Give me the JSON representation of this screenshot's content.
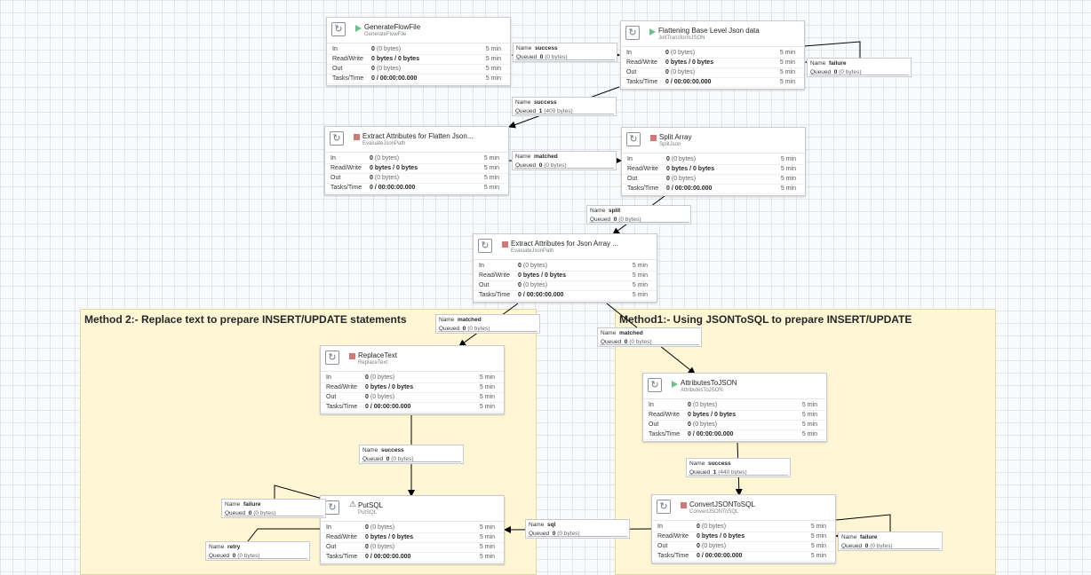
{
  "colors": {
    "group_bg": "#fff6d6",
    "stopped": "#cc7a7a",
    "running": "#6fbf8e",
    "link": "#000000"
  },
  "groups": [
    {
      "title": "Method 2:- Replace text to prepare INSERT/UPDATE statements"
    },
    {
      "title": "Method1:- Using JSONToSQL to prepare INSERT/UPDATE"
    }
  ],
  "processors": [
    {
      "name": "GenerateFlowFile",
      "type": "GenerateFlowFile",
      "state": "running",
      "in": "0",
      "in_sub": "(0 bytes)",
      "rw": "0 bytes / 0 bytes",
      "out": "0",
      "out_sub": "(0 bytes)",
      "tasks": "0 / 00:00:00.000"
    },
    {
      "name": "Flattening Base Level Json data",
      "type": "JoltTransformJSON",
      "state": "running",
      "in": "0",
      "in_sub": "(0 bytes)",
      "rw": "0 bytes / 0 bytes",
      "out": "0",
      "out_sub": "(0 bytes)",
      "tasks": "0 / 00:00:00.000"
    },
    {
      "name": "Extract Attributes for Flatten Json...",
      "type": "EvaluateJsonPath",
      "state": "stopped",
      "in": "0",
      "in_sub": "(0 bytes)",
      "rw": "0 bytes / 0 bytes",
      "out": "0",
      "out_sub": "(0 bytes)",
      "tasks": "0 / 00:00:00.000"
    },
    {
      "name": "Split Array",
      "type": "SplitJson",
      "state": "stopped",
      "in": "0",
      "in_sub": "(0 bytes)",
      "rw": "0 bytes / 0 bytes",
      "out": "0",
      "out_sub": "(0 bytes)",
      "tasks": "0 / 00:00:00.000"
    },
    {
      "name": "Extract Attributes for Json Array ...",
      "type": "EvaluateJsonPath",
      "state": "stopped",
      "in": "0",
      "in_sub": "(0 bytes)",
      "rw": "0 bytes / 0 bytes",
      "out": "0",
      "out_sub": "(0 bytes)",
      "tasks": "0 / 00:00:00.000"
    },
    {
      "name": "ReplaceText",
      "type": "ReplaceText",
      "state": "stopped",
      "in": "0",
      "in_sub": "(0 bytes)",
      "rw": "0 bytes / 0 bytes",
      "out": "0",
      "out_sub": "(0 bytes)",
      "tasks": "0 / 00:00:00.000"
    },
    {
      "name": "PutSQL",
      "type": "PutSQL",
      "state": "invalid",
      "in": "0",
      "in_sub": "(0 bytes)",
      "rw": "0 bytes / 0 bytes",
      "out": "0",
      "out_sub": "(0 bytes)",
      "tasks": "0 / 00:00:00.000"
    },
    {
      "name": "AttributesToJSON",
      "type": "AttributesToJSON",
      "state": "running",
      "in": "0",
      "in_sub": "(0 bytes)",
      "rw": "0 bytes / 0 bytes",
      "out": "0",
      "out_sub": "(0 bytes)",
      "tasks": "0 / 00:00:00.000"
    },
    {
      "name": "ConvertJSONToSQL",
      "type": "ConvertJSONToSQL",
      "state": "stopped",
      "in": "0",
      "in_sub": "(0 bytes)",
      "rw": "0 bytes / 0 bytes",
      "out": "0",
      "out_sub": "(0 bytes)",
      "tasks": "0 / 00:00:00.000"
    }
  ],
  "labels": {
    "in": "In",
    "rw": "Read/Write",
    "out": "Out",
    "tasks": "Tasks/Time",
    "window": "5 min",
    "name": "Name",
    "queued": "Queued"
  },
  "connections": [
    {
      "name": "success",
      "count": "0",
      "size": "(0 bytes)"
    },
    {
      "name": "failure",
      "count": "0",
      "size": "(0 bytes)"
    },
    {
      "name": "success",
      "count": "1",
      "size": "(409 bytes)"
    },
    {
      "name": "matched",
      "count": "0",
      "size": "(0 bytes)"
    },
    {
      "name": "split",
      "count": "0",
      "size": "(0 bytes)"
    },
    {
      "name": "matched",
      "count": "0",
      "size": "(0 bytes)"
    },
    {
      "name": "matched",
      "count": "0",
      "size": "(0 bytes)"
    },
    {
      "name": "success",
      "count": "0",
      "size": "(0 bytes)"
    },
    {
      "name": "failure",
      "count": "0",
      "size": "(0 bytes)"
    },
    {
      "name": "retry",
      "count": "0",
      "size": "(0 bytes)"
    },
    {
      "name": "sql",
      "count": "0",
      "size": "(0 bytes)"
    },
    {
      "name": "success",
      "count": "1",
      "size": "(440 bytes)"
    },
    {
      "name": "failure",
      "count": "0",
      "size": "(0 bytes)"
    }
  ]
}
